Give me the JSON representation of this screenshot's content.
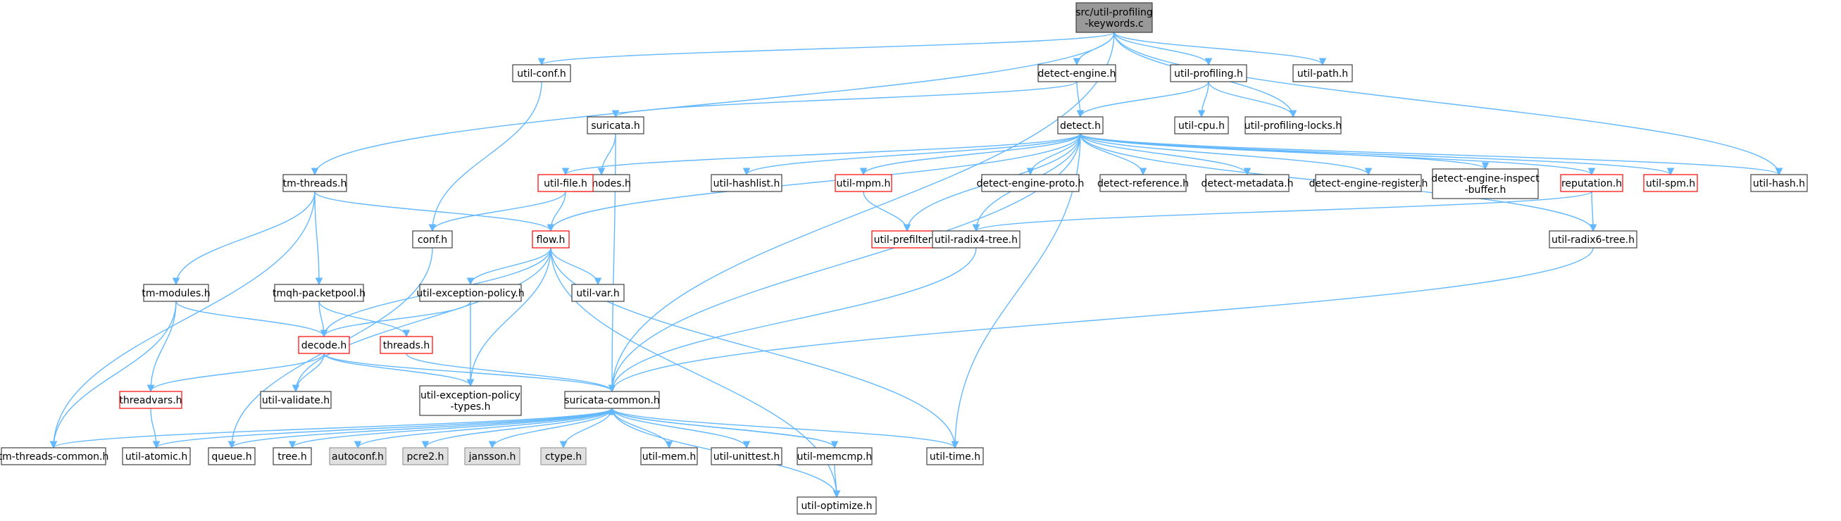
{
  "style": {
    "edge_color": "#63b8ff",
    "node_fill": "#ffffff",
    "node_border": "#404040",
    "focus_fill": "#999999",
    "missing_border": "#ff0000",
    "system_fill": "#e0e0e0",
    "system_border": "#999999"
  },
  "nodes": [
    {
      "id": "root",
      "lines": [
        "src/util-profiling",
        "-keywords.c"
      ],
      "kind": "focus"
    },
    {
      "id": "util-conf.h",
      "lines": [
        "util-conf.h"
      ],
      "kind": "normal"
    },
    {
      "id": "detect-engine.h",
      "lines": [
        "detect-engine.h"
      ],
      "kind": "normal"
    },
    {
      "id": "util-profiling.h",
      "lines": [
        "util-profiling.h"
      ],
      "kind": "normal"
    },
    {
      "id": "util-path.h",
      "lines": [
        "util-path.h"
      ],
      "kind": "normal"
    },
    {
      "id": "suricata.h",
      "lines": [
        "suricata.h"
      ],
      "kind": "normal"
    },
    {
      "id": "detect.h",
      "lines": [
        "detect.h"
      ],
      "kind": "normal"
    },
    {
      "id": "util-cpu.h",
      "lines": [
        "util-cpu.h"
      ],
      "kind": "normal"
    },
    {
      "id": "util-profiling-locks.h",
      "lines": [
        "util-profiling-locks.h"
      ],
      "kind": "normal"
    },
    {
      "id": "tm-threads.h",
      "lines": [
        "tm-threads.h"
      ],
      "kind": "normal"
    },
    {
      "id": "runmodes.h",
      "lines": [
        "runmodes.h"
      ],
      "kind": "normal"
    },
    {
      "id": "util-file.h",
      "lines": [
        "util-file.h"
      ],
      "kind": "missing"
    },
    {
      "id": "util-hashlist.h",
      "lines": [
        "util-hashlist.h"
      ],
      "kind": "normal"
    },
    {
      "id": "util-mpm.h",
      "lines": [
        "util-mpm.h"
      ],
      "kind": "missing"
    },
    {
      "id": "detect-engine-proto.h",
      "lines": [
        "detect-engine-proto.h"
      ],
      "kind": "normal"
    },
    {
      "id": "detect-reference.h",
      "lines": [
        "detect-reference.h"
      ],
      "kind": "normal"
    },
    {
      "id": "detect-metadata.h",
      "lines": [
        "detect-metadata.h"
      ],
      "kind": "normal"
    },
    {
      "id": "detect-engine-register.h",
      "lines": [
        "detect-engine-register.h"
      ],
      "kind": "normal"
    },
    {
      "id": "detect-engine-inspect-buffer.h",
      "lines": [
        "detect-engine-inspect",
        "-buffer.h"
      ],
      "kind": "normal"
    },
    {
      "id": "reputation.h",
      "lines": [
        "reputation.h"
      ],
      "kind": "missing"
    },
    {
      "id": "util-spm.h",
      "lines": [
        "util-spm.h"
      ],
      "kind": "missing"
    },
    {
      "id": "util-hash.h",
      "lines": [
        "util-hash.h"
      ],
      "kind": "normal"
    },
    {
      "id": "conf.h",
      "lines": [
        "conf.h"
      ],
      "kind": "normal"
    },
    {
      "id": "flow.h",
      "lines": [
        "flow.h"
      ],
      "kind": "missing"
    },
    {
      "id": "util-prefilter.h",
      "lines": [
        "util-prefilter.h"
      ],
      "kind": "missing"
    },
    {
      "id": "util-radix4-tree.h",
      "lines": [
        "util-radix4-tree.h"
      ],
      "kind": "normal"
    },
    {
      "id": "util-radix6-tree.h",
      "lines": [
        "util-radix6-tree.h"
      ],
      "kind": "normal"
    },
    {
      "id": "tm-modules.h",
      "lines": [
        "tm-modules.h"
      ],
      "kind": "normal"
    },
    {
      "id": "tmqh-packetpool.h",
      "lines": [
        "tmqh-packetpool.h"
      ],
      "kind": "normal"
    },
    {
      "id": "util-exception-policy.h",
      "lines": [
        "util-exception-policy.h"
      ],
      "kind": "normal"
    },
    {
      "id": "util-var.h",
      "lines": [
        "util-var.h"
      ],
      "kind": "normal"
    },
    {
      "id": "decode.h",
      "lines": [
        "decode.h"
      ],
      "kind": "missing"
    },
    {
      "id": "threads.h",
      "lines": [
        "threads.h"
      ],
      "kind": "missing"
    },
    {
      "id": "threadvars.h",
      "lines": [
        "threadvars.h"
      ],
      "kind": "missing"
    },
    {
      "id": "util-validate.h",
      "lines": [
        "util-validate.h"
      ],
      "kind": "normal"
    },
    {
      "id": "util-exception-policy-types.h",
      "lines": [
        "util-exception-policy",
        "-types.h"
      ],
      "kind": "normal"
    },
    {
      "id": "suricata-common.h",
      "lines": [
        "suricata-common.h"
      ],
      "kind": "normal"
    },
    {
      "id": "tm-threads-common.h",
      "lines": [
        "tm-threads-common.h"
      ],
      "kind": "normal"
    },
    {
      "id": "util-atomic.h",
      "lines": [
        "util-atomic.h"
      ],
      "kind": "normal"
    },
    {
      "id": "queue.h",
      "lines": [
        "queue.h"
      ],
      "kind": "normal"
    },
    {
      "id": "tree.h",
      "lines": [
        "tree.h"
      ],
      "kind": "normal"
    },
    {
      "id": "autoconf.h",
      "lines": [
        "autoconf.h"
      ],
      "kind": "system"
    },
    {
      "id": "pcre2.h",
      "lines": [
        "pcre2.h"
      ],
      "kind": "system"
    },
    {
      "id": "jansson.h",
      "lines": [
        "jansson.h"
      ],
      "kind": "system"
    },
    {
      "id": "ctype.h",
      "lines": [
        "ctype.h"
      ],
      "kind": "system"
    },
    {
      "id": "util-mem.h",
      "lines": [
        "util-mem.h"
      ],
      "kind": "normal"
    },
    {
      "id": "util-unittest.h",
      "lines": [
        "util-unittest.h"
      ],
      "kind": "normal"
    },
    {
      "id": "util-memcmp.h",
      "lines": [
        "util-memcmp.h"
      ],
      "kind": "normal"
    },
    {
      "id": "util-time.h",
      "lines": [
        "util-time.h"
      ],
      "kind": "normal"
    },
    {
      "id": "util-optimize.h",
      "lines": [
        "util-optimize.h"
      ],
      "kind": "normal"
    }
  ],
  "edges": [
    [
      "root",
      "util-conf.h"
    ],
    [
      "root",
      "detect-engine.h"
    ],
    [
      "root",
      "util-profiling.h"
    ],
    [
      "root",
      "util-path.h"
    ],
    [
      "root",
      "util-profiling-locks.h"
    ],
    [
      "root",
      "tm-threads.h"
    ],
    [
      "root",
      "suricata-common.h"
    ],
    [
      "root",
      "util-hash.h"
    ],
    [
      "util-conf.h",
      "conf.h"
    ],
    [
      "detect-engine.h",
      "detect.h"
    ],
    [
      "detect-engine.h",
      "suricata.h"
    ],
    [
      "util-profiling.h",
      "detect.h"
    ],
    [
      "util-profiling.h",
      "util-cpu.h"
    ],
    [
      "util-profiling.h",
      "util-profiling-locks.h"
    ],
    [
      "suricata.h",
      "runmodes.h"
    ],
    [
      "suricata.h",
      "suricata-common.h"
    ],
    [
      "detect.h",
      "util-file.h"
    ],
    [
      "detect.h",
      "util-hashlist.h"
    ],
    [
      "detect.h",
      "util-mpm.h"
    ],
    [
      "detect.h",
      "detect-engine-proto.h"
    ],
    [
      "detect.h",
      "detect-reference.h"
    ],
    [
      "detect.h",
      "detect-metadata.h"
    ],
    [
      "detect.h",
      "detect-engine-register.h"
    ],
    [
      "detect.h",
      "detect-engine-inspect-buffer.h"
    ],
    [
      "detect.h",
      "reputation.h"
    ],
    [
      "detect.h",
      "util-spm.h"
    ],
    [
      "detect.h",
      "util-hash.h"
    ],
    [
      "detect.h",
      "flow.h"
    ],
    [
      "detect.h",
      "util-prefilter.h"
    ],
    [
      "detect.h",
      "util-radix4-tree.h"
    ],
    [
      "detect.h",
      "util-radix6-tree.h"
    ],
    [
      "detect.h",
      "suricata-common.h"
    ],
    [
      "detect.h",
      "util-time.h"
    ],
    [
      "tm-threads.h",
      "tm-modules.h"
    ],
    [
      "tm-threads.h",
      "tmqh-packetpool.h"
    ],
    [
      "tm-threads.h",
      "flow.h"
    ],
    [
      "tm-threads.h",
      "tm-threads-common.h"
    ],
    [
      "util-file.h",
      "conf.h"
    ],
    [
      "util-file.h",
      "flow.h"
    ],
    [
      "util-mpm.h",
      "util-prefilter.h"
    ],
    [
      "reputation.h",
      "util-radix4-tree.h"
    ],
    [
      "reputation.h",
      "util-radix6-tree.h"
    ],
    [
      "conf.h",
      "queue.h"
    ],
    [
      "flow.h",
      "decode.h"
    ],
    [
      "flow.h",
      "util-exception-policy.h"
    ],
    [
      "flow.h",
      "util-var.h"
    ],
    [
      "flow.h",
      "util-validate.h"
    ],
    [
      "flow.h",
      "util-exception-policy-types.h"
    ],
    [
      "flow.h",
      "util-time.h"
    ],
    [
      "flow.h",
      "util-optimize.h"
    ],
    [
      "util-radix4-tree.h",
      "suricata-common.h"
    ],
    [
      "util-radix6-tree.h",
      "suricata-common.h"
    ],
    [
      "tm-modules.h",
      "decode.h"
    ],
    [
      "tm-modules.h",
      "threadvars.h"
    ],
    [
      "tm-modules.h",
      "tm-threads-common.h"
    ],
    [
      "tmqh-packetpool.h",
      "decode.h"
    ],
    [
      "tmqh-packetpool.h",
      "threads.h"
    ],
    [
      "util-exception-policy.h",
      "decode.h"
    ],
    [
      "util-exception-policy.h",
      "util-exception-policy-types.h"
    ],
    [
      "decode.h",
      "threadvars.h"
    ],
    [
      "decode.h",
      "util-validate.h"
    ],
    [
      "decode.h",
      "util-exception-policy-types.h"
    ],
    [
      "decode.h",
      "suricata-common.h"
    ],
    [
      "threads.h",
      "suricata-common.h"
    ],
    [
      "threadvars.h",
      "util-atomic.h"
    ],
    [
      "suricata-common.h",
      "tm-threads-common.h"
    ],
    [
      "suricata-common.h",
      "util-atomic.h"
    ],
    [
      "suricata-common.h",
      "queue.h"
    ],
    [
      "suricata-common.h",
      "tree.h"
    ],
    [
      "suricata-common.h",
      "autoconf.h"
    ],
    [
      "suricata-common.h",
      "pcre2.h"
    ],
    [
      "suricata-common.h",
      "jansson.h"
    ],
    [
      "suricata-common.h",
      "ctype.h"
    ],
    [
      "suricata-common.h",
      "util-mem.h"
    ],
    [
      "suricata-common.h",
      "util-unittest.h"
    ],
    [
      "suricata-common.h",
      "util-memcmp.h"
    ],
    [
      "suricata-common.h",
      "util-time.h"
    ],
    [
      "suricata-common.h",
      "util-optimize.h"
    ],
    [
      "util-memcmp.h",
      "suricata-common.h"
    ],
    [
      "util-memcmp.h",
      "util-optimize.h"
    ]
  ]
}
